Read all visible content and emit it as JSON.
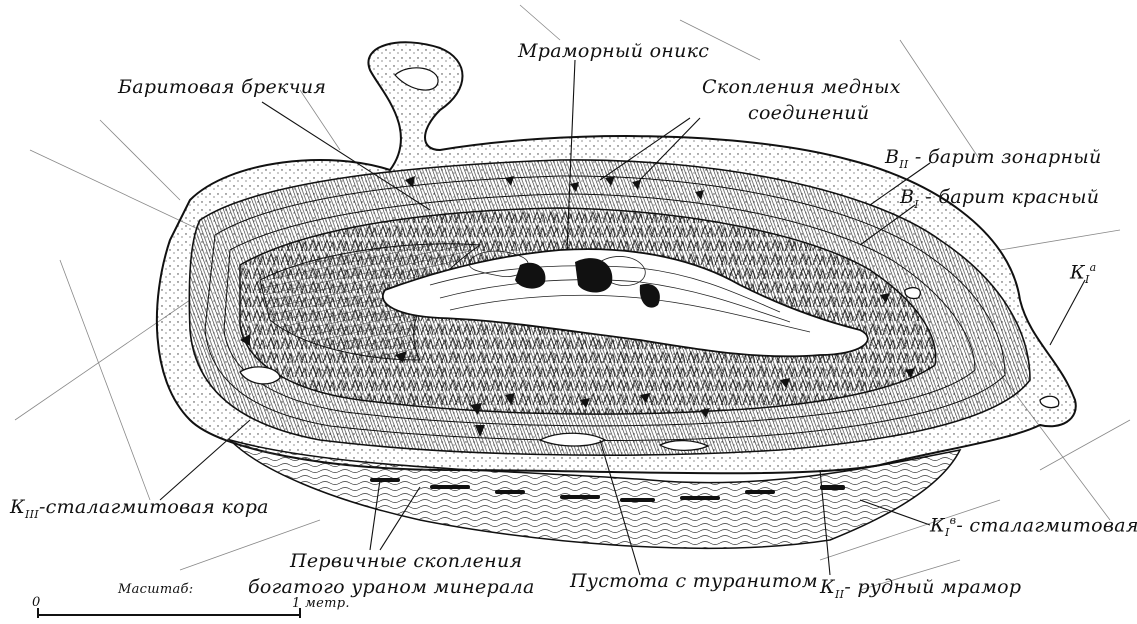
{
  "labels": {
    "marble_onyx": "Мраморный оникс",
    "barite_breccia": "Баритовая брекчия",
    "copper_clusters_line1": "Скопления медных",
    "copper_clusters_line2": "соединений",
    "b2_letter": "B",
    "b2_sub": "II",
    "b2_text": "- барит зонарный",
    "b1_letter": "B",
    "b1_sub": "I",
    "b1_text": "- барит красный",
    "k1a_letter": "К",
    "k1a_sub": "I",
    "k1a_sup": "а",
    "k3_letter": "К",
    "k3_sub": "III",
    "k3_text": "-сталагмитовая кора",
    "primary_line1": "Первичные скопления",
    "primary_line2": "богатого ураном минерала",
    "void_turanite": "Пустота с туранитом",
    "k2_letter": "К",
    "k2_sub": "II",
    "k2_text": "- рудный мрамор",
    "k1b_letter": "К",
    "k1b_sub": "I",
    "k1b_sup": "в",
    "k1b_text": "- сталагмитовая"
  },
  "scale": {
    "title": "Масштаб:",
    "start": "0",
    "end": "1 метр."
  },
  "colors": {
    "ink": "#111111",
    "paper": "#ffffff"
  }
}
